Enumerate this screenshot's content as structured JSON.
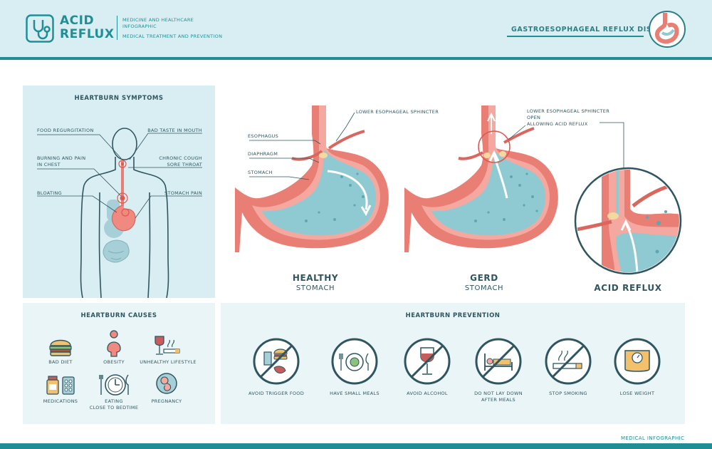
{
  "header": {
    "title_line1": "ACID",
    "title_line2": "REFLUX",
    "sub_line1": "MEDICINE AND HEALTHCARE",
    "sub_line2": "INFOGRAPHIC",
    "sub_line3": "MEDICAL TREATMENT AND PREVENTION",
    "disease": "GASTROESOPHAGEAL REFLUX DISEASE"
  },
  "symptoms": {
    "title": "HEARTBURN SYMPTOMS",
    "items": [
      {
        "line1": "FOOD REGURGITATION",
        "line2": ""
      },
      {
        "line1": "BURNING AND PAIN",
        "line2": "IN CHEST"
      },
      {
        "line1": "BLOATING",
        "line2": ""
      },
      {
        "line1": "BAD TASTE IN MOUTH",
        "line2": ""
      },
      {
        "line1": "CHRONIC COUGH",
        "line2": "SORE THROAT"
      },
      {
        "line1": "STOMACH PAIN",
        "line2": ""
      }
    ]
  },
  "anatomy": {
    "esophagus": "ESOPHAGUS",
    "diaphragm": "DIAPHRAGM",
    "stomach": "STOMACH",
    "les": "LOWER ESOPHAGEAL SPHINCTER",
    "les_open_line1": "LOWER ESOPHAGEAL SPHINCTER OPEN",
    "les_open_line2": "ALLOWING ACID REFLUX",
    "healthy_title": "HEALTHY",
    "healthy_sub": "STOMACH",
    "gerd_title": "GERD",
    "gerd_sub": "STOMACH",
    "reflux_title": "ACID REFLUX"
  },
  "causes": {
    "title": "HEARTBURN CAUSES",
    "items": [
      {
        "line1": "BAD DIET",
        "line2": "",
        "icon": "burger-icon"
      },
      {
        "line1": "OBESITY",
        "line2": "",
        "icon": "person-icon"
      },
      {
        "line1": "UNHEALTHY LIFESTYLE",
        "line2": "",
        "icon": "wine-cigarette-icon"
      },
      {
        "line1": "MEDICATIONS",
        "line2": "",
        "icon": "pills-icon"
      },
      {
        "line1": "EATING",
        "line2": "CLOSE TO BEDTIME",
        "icon": "clock-plate-icon"
      },
      {
        "line1": "PREGNANCY",
        "line2": "",
        "icon": "fetus-icon"
      }
    ]
  },
  "prevention": {
    "title": "HEARTBURN PREVENTION",
    "items": [
      {
        "line1": "AVOID TRIGGER FOOD",
        "line2": "",
        "icon": "no-junk-food-icon"
      },
      {
        "line1": "HAVE SMALL MEALS",
        "line2": "",
        "icon": "small-meal-icon"
      },
      {
        "line1": "AVOID ALCOHOL",
        "line2": "",
        "icon": "no-alcohol-icon"
      },
      {
        "line1": "DO NOT LAY DOWN",
        "line2": "AFTER MEALS",
        "icon": "no-bed-icon"
      },
      {
        "line1": "STOP SMOKING",
        "line2": "",
        "icon": "no-smoking-icon"
      },
      {
        "line1": "LOSE WEIGHT",
        "line2": "",
        "icon": "scale-icon"
      }
    ]
  },
  "footer": {
    "text": "MEDICAL INFOGRAPHIC"
  },
  "colors": {
    "teal": "#1f8f95",
    "panel": "#d9eef2",
    "stomach_wall": "#e87e74",
    "acid": "#8fcad3",
    "outline": "#2f5660"
  }
}
